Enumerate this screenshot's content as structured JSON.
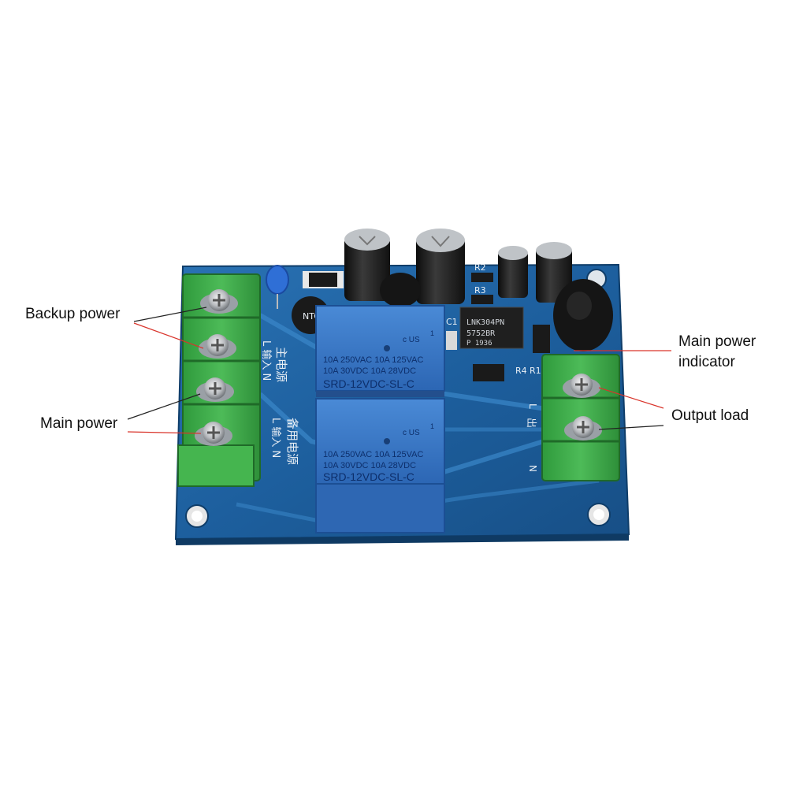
{
  "callouts": {
    "backup_power": "Backup power",
    "main_power": "Main power",
    "main_power_indicator_line1": "Main power",
    "main_power_indicator_line2": "indicator",
    "output_load": "Output load"
  },
  "board": {
    "relay_rating_line1": "10A 250VAC  10A 125VAC",
    "relay_rating_line2": "10A  30VDC  10A  28VDC",
    "relay_model": "SRD-12VDC-SL-C",
    "relay_cert": "c  US",
    "relay_cert_num": "1",
    "silk_main_power": "主电源",
    "silk_main_input": "L 输入 N",
    "silk_backup_power": "备用电源",
    "silk_backup_input": "L 输入 N",
    "silk_output": "出",
    "silk_output_l": "L",
    "silk_output_n": "N",
    "chip_line1": "LNK304PN",
    "chip_line2": "5752BR",
    "chip_logo": "P 1936",
    "label_c1": "C1",
    "label_r2": "R2",
    "label_r3": "R3",
    "label_r4": "R4",
    "label_r1": "R1",
    "label_ntc": "NTC"
  },
  "colors": {
    "pcb": "#1d5f9e",
    "terminal": "#3fae4a",
    "relay": "#2f6fc2",
    "leader_red": "#d9342b",
    "leader_black": "#222222"
  }
}
